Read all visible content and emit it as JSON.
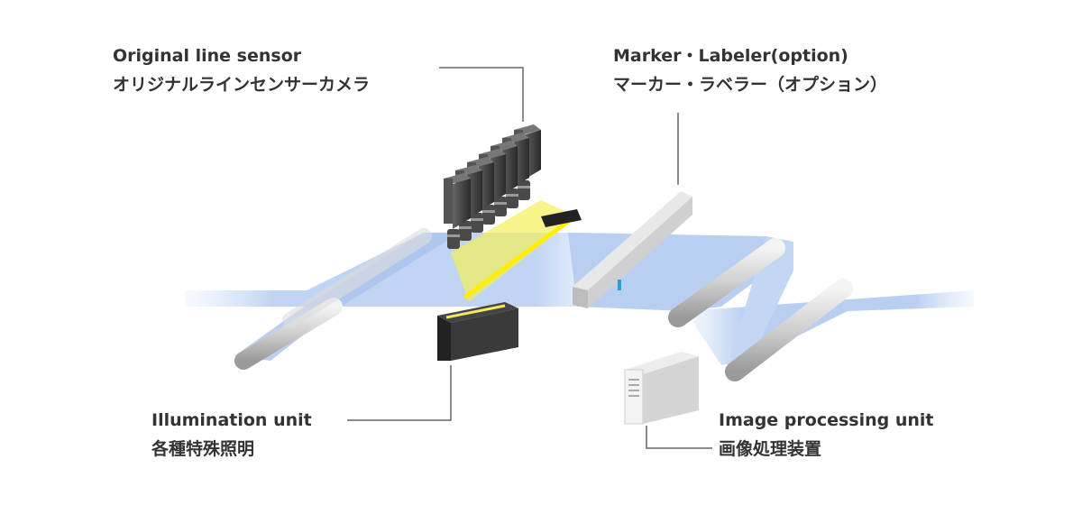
{
  "labels": {
    "camera": {
      "en": "Original line sensor",
      "ja": "オリジナルラインセンサーカメラ"
    },
    "marker": {
      "en": "Marker・Labeler(option)",
      "ja": "マーカー・ラベラー（オプション）"
    },
    "illumination": {
      "en": "Illumination unit",
      "ja": "各種特殊照明"
    },
    "processing": {
      "en": "Image processing unit",
      "ja": "画像処理装置"
    }
  },
  "colors": {
    "web": "#b8cdf0",
    "light": "#f2ef5a",
    "leader": "#666666"
  }
}
